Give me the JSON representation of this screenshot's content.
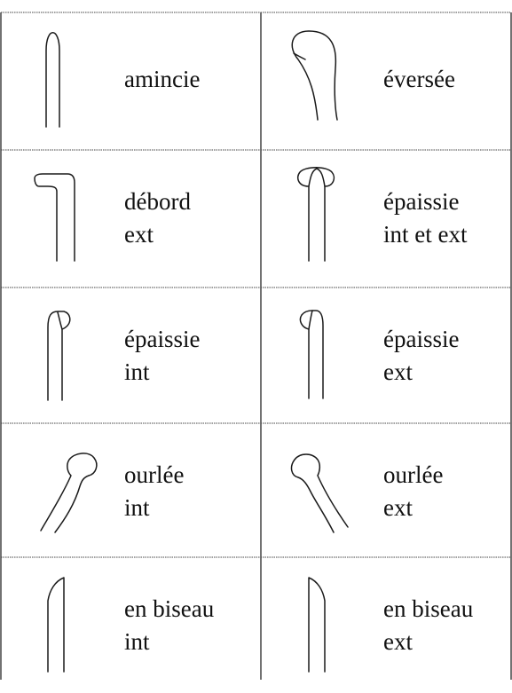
{
  "cells": [
    {
      "line1": "amincie",
      "line2": ""
    },
    {
      "line1": "éversée",
      "line2": ""
    },
    {
      "line1": "débord",
      "line2": "ext"
    },
    {
      "line1": "épaissie",
      "line2": "int et ext"
    },
    {
      "line1": "épaissie",
      "line2": "int"
    },
    {
      "line1": "épaissie",
      "line2": "ext"
    },
    {
      "line1": "ourlée",
      "line2": "int"
    },
    {
      "line1": "ourlée",
      "line2": "ext"
    },
    {
      "line1": "en biseau",
      "line2": "int"
    },
    {
      "line1": "en biseau",
      "line2": "ext"
    }
  ],
  "colors": {
    "line": "#1a1a1a",
    "grid": "#444444",
    "text": "#111111",
    "background": "#ffffff"
  }
}
